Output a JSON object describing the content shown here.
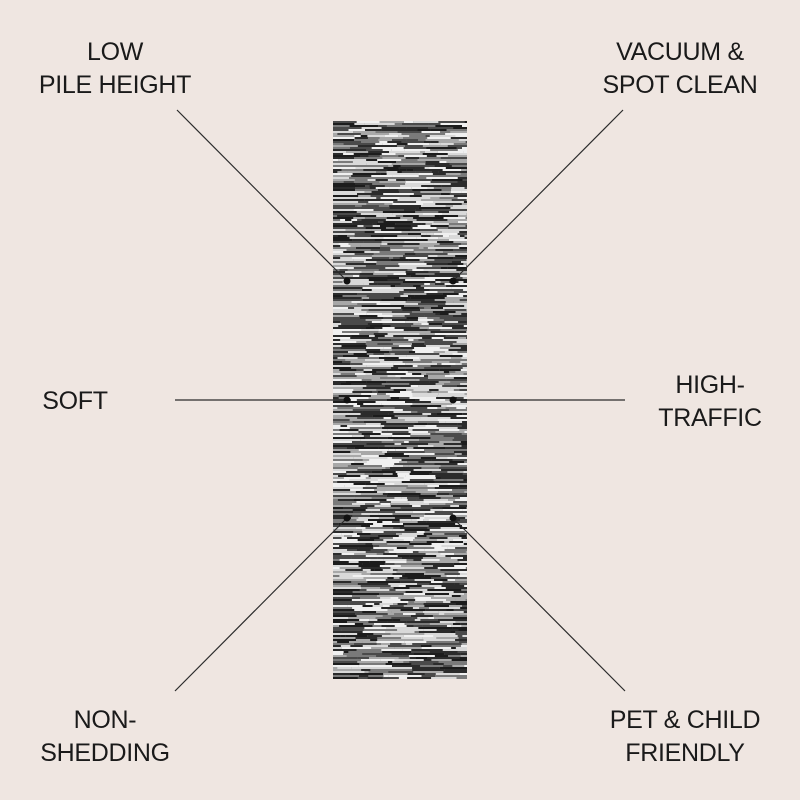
{
  "colors": {
    "background": "#efe6e1",
    "line": "#2a2a2a",
    "dot": "#111111",
    "rug_dark": "#2b2b2b",
    "rug_mid": "#7a7a7a",
    "rug_light": "#d9d9d9"
  },
  "product": {
    "image": "striped-runner-rug"
  },
  "features": {
    "low_pile": {
      "line1": "LOW",
      "line2": "PILE HEIGHT"
    },
    "vacuum": {
      "line1": "VACUUM &",
      "line2": "SPOT CLEAN"
    },
    "soft": {
      "line1": "SOFT"
    },
    "high_traffic": {
      "line1": "HIGH-",
      "line2": "TRAFFIC"
    },
    "non_shedding": {
      "line1": "NON-",
      "line2": "SHEDDING"
    },
    "pet_child": {
      "line1": "PET & CHILD",
      "line2": "FRIENDLY"
    }
  }
}
